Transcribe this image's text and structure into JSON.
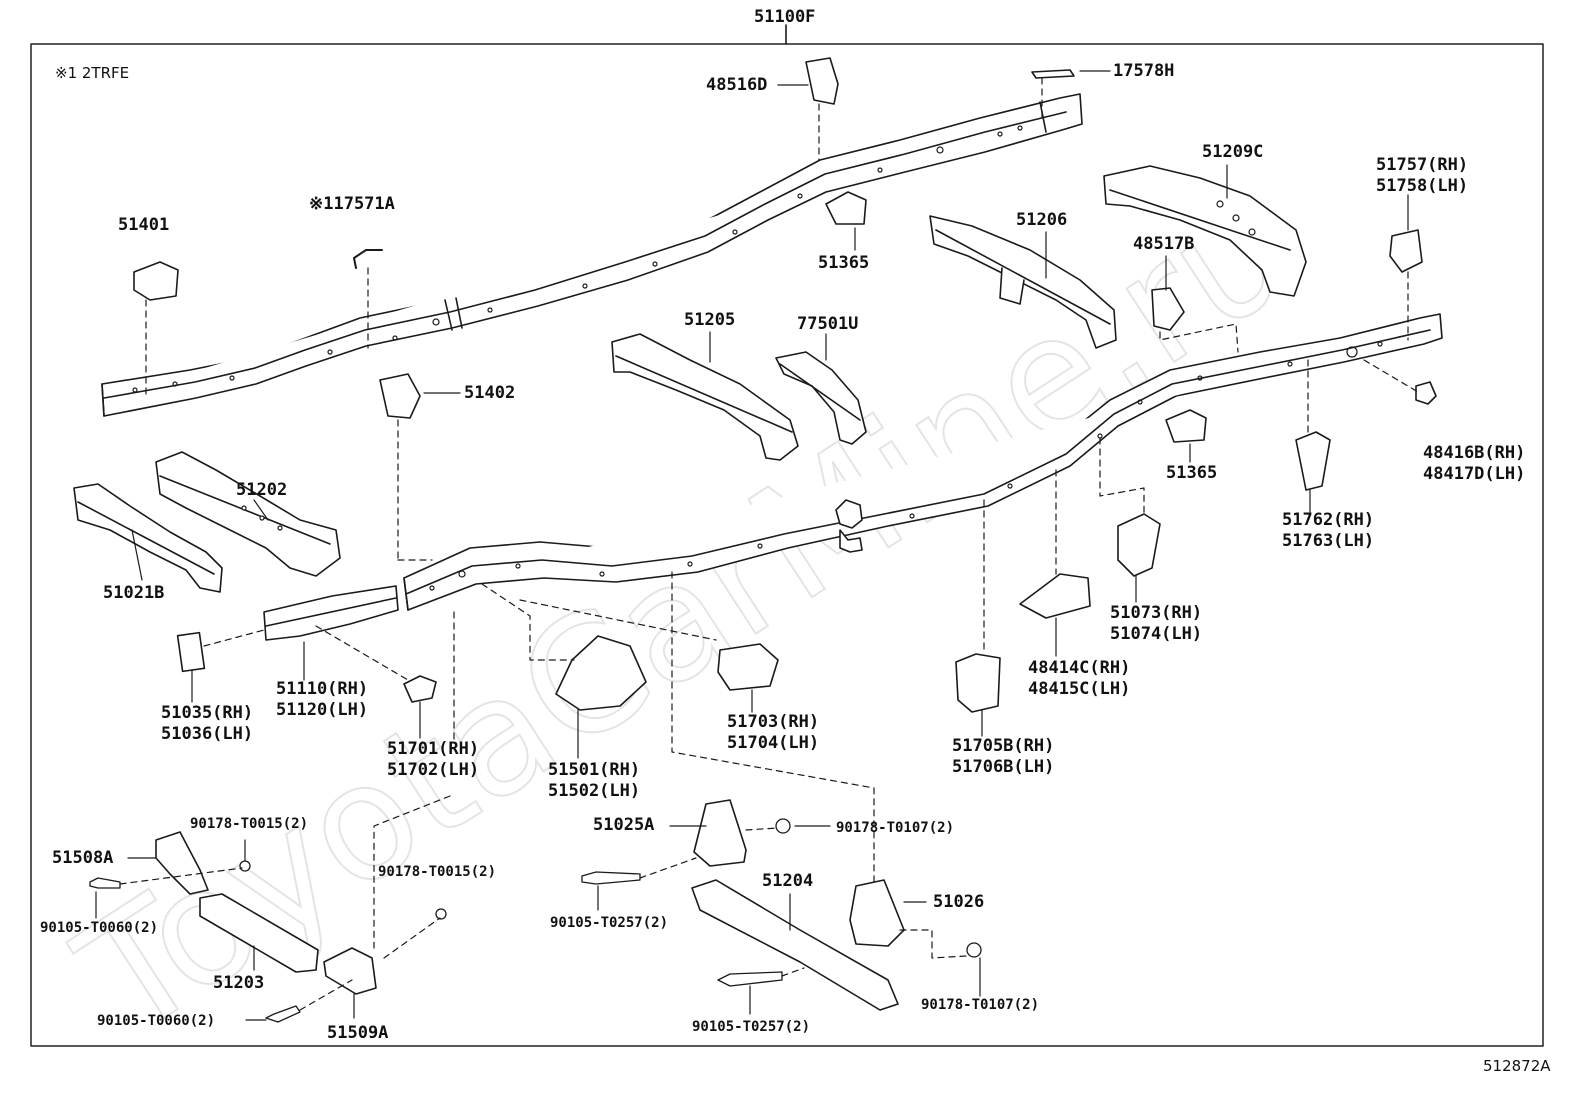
{
  "diagram": {
    "note": "※1 2TRFE",
    "reference_code": "512872A",
    "watermark_text": "ToyotaCarMine.ru",
    "colors": {
      "line": "#1a1a1a",
      "frame": "#222222",
      "watermark": "#e8e8e8",
      "part_fill": "#ffffff"
    },
    "callouts": {
      "c51100F": "51100F",
      "c17578H": "17578H",
      "c48516D": "48516D",
      "c17571A": "※117571A",
      "c51401": "51401",
      "c51365a": "51365",
      "c51209C": "51209C",
      "c51757": "51757(RH)",
      "c51758": "51758(LH)",
      "c51206": "51206",
      "c48517B": "48517B",
      "c51205": "51205",
      "c77501U": "77501U",
      "c51402": "51402",
      "c51202": "51202",
      "c51021B": "51021B",
      "c51365b": "51365",
      "c48416B": "48416B(RH)",
      "c48417D": "48417D(LH)",
      "c51762": "51762(RH)",
      "c51763": "51763(LH)",
      "c51073": "51073(RH)",
      "c51074": "51074(LH)",
      "c48414C": "48414C(RH)",
      "c48415C": "48415C(LH)",
      "c51035": "51035(RH)",
      "c51036": "51036(LH)",
      "c51110": "51110(RH)",
      "c51120": "51120(LH)",
      "c51701": "51701(RH)",
      "c51702": "51702(LH)",
      "c51501": "51501(RH)",
      "c51502": "51502(LH)",
      "c51703": "51703(RH)",
      "c51704": "51704(LH)",
      "c51705B": "51705B(RH)",
      "c51706B": "51706B(LH)",
      "c51508A": "51508A",
      "c90178_T0015a": "90178-T0015(2)",
      "c90178_T0015b": "90178-T0015(2)",
      "c90105_T0060a": "90105-T0060(2)",
      "c90105_T0060b": "90105-T0060(2)",
      "c51203": "51203",
      "c51509A": "51509A",
      "c51025A": "51025A",
      "c90178_T0107a": "90178-T0107(2)",
      "c90178_T0107b": "90178-T0107(2)",
      "c90105_T0257a": "90105-T0257(2)",
      "c90105_T0257b": "90105-T0257(2)",
      "c51204": "51204",
      "c51026": "51026"
    }
  }
}
